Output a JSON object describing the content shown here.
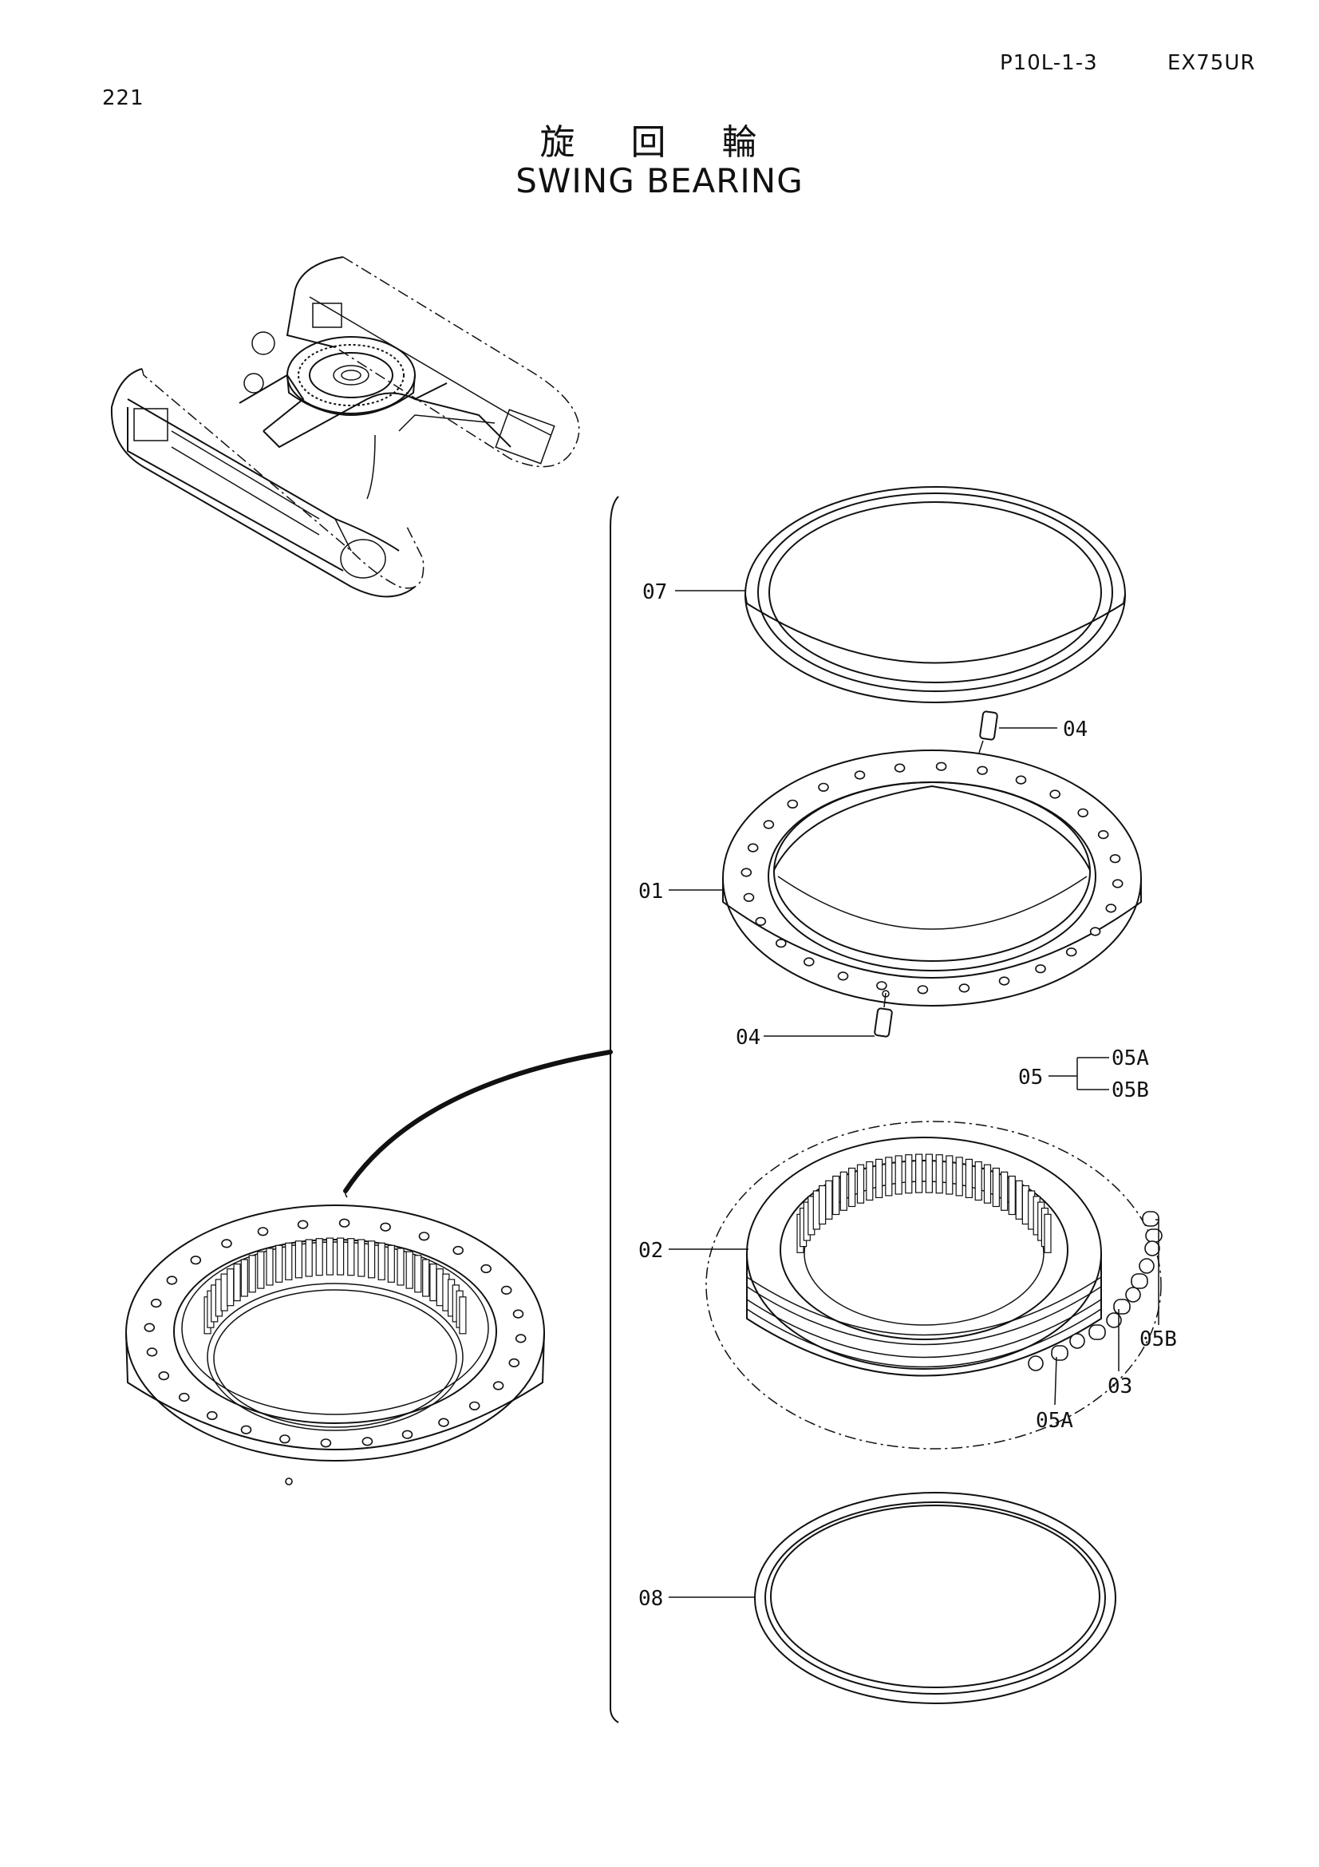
{
  "header": {
    "page_number": "221",
    "section_code": "P10L-1-3",
    "model": "EX75UR"
  },
  "title": {
    "japanese": "旋 回 輪",
    "english": "SWING BEARING"
  },
  "callouts": [
    {
      "id": "07",
      "text": "07"
    },
    {
      "id": "04-top",
      "text": "04"
    },
    {
      "id": "01",
      "text": "01"
    },
    {
      "id": "04-bottom",
      "text": "04"
    },
    {
      "id": "05",
      "text": "05"
    },
    {
      "id": "05A-bracket",
      "text": "05A"
    },
    {
      "id": "05B-bracket",
      "text": "05B"
    },
    {
      "id": "02",
      "text": "02"
    },
    {
      "id": "05B",
      "text": "05B"
    },
    {
      "id": "03",
      "text": "03"
    },
    {
      "id": "05A",
      "text": "05A"
    },
    {
      "id": "08",
      "text": "08"
    }
  ]
}
